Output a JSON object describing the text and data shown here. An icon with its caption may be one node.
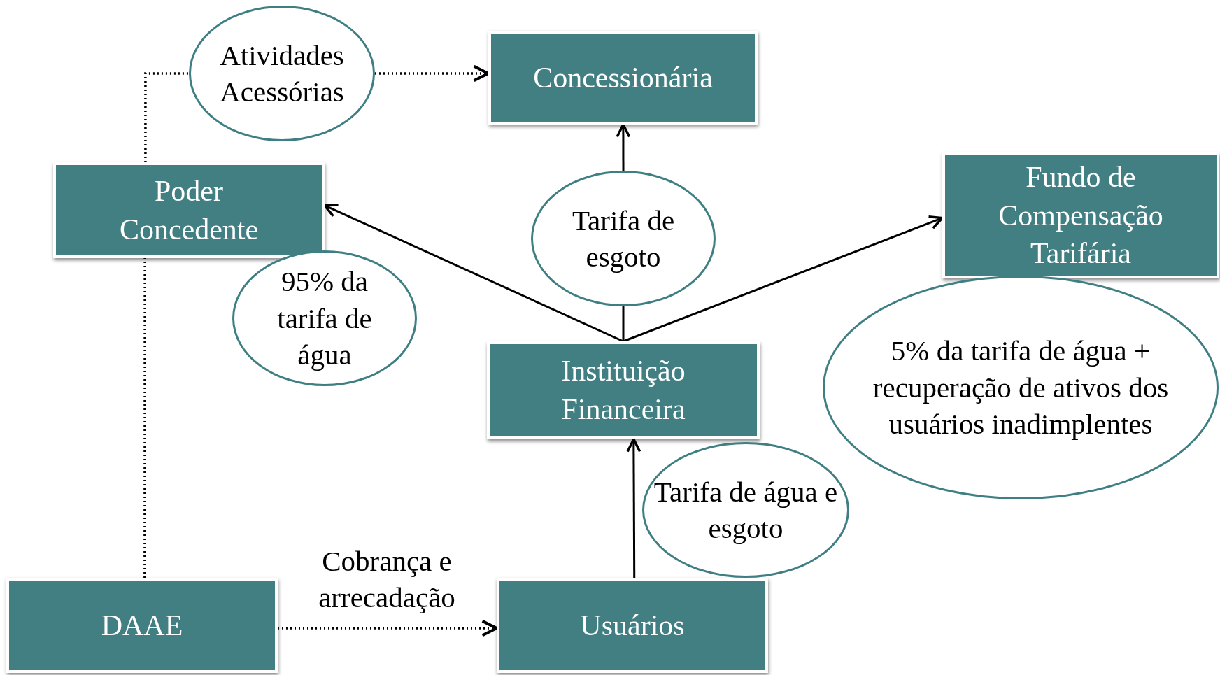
{
  "diagram": {
    "nodes": [
      {
        "text": [
          "Concessionária"
        ]
      },
      {
        "text": [
          "Atividades Acessórias"
        ]
      },
      {
        "text": [
          "Poder Concedente"
        ]
      },
      {
        "text": [
          "95% da tarifa de água"
        ]
      },
      {
        "text": [
          "Tarifa de esgoto"
        ]
      },
      {
        "text": [
          "Fundo de Compensação Tarifária"
        ]
      },
      {
        "text": [
          "5% da tarifa de água + recuperação de ativos dos usuários inadimplentes"
        ]
      },
      {
        "text": [
          "Instituição Financeira"
        ]
      },
      {
        "text": [
          "Tarifa de água e esgoto"
        ]
      },
      {
        "text": [
          "DAAE"
        ]
      },
      {
        "text": [
          "Usuários"
        ]
      }
    ],
    "edges": [
      {
        "from": 2,
        "to": 1,
        "arrow": "none",
        "style": "dashed"
      },
      {
        "from": 1,
        "to": 0,
        "arrow": "to",
        "style": "dashed"
      },
      {
        "from": 9,
        "to": 2,
        "arrow": "none",
        "style": "dashed"
      },
      {
        "from": 9,
        "to": 10,
        "arrow": "to",
        "style": "dashed",
        "label": "Cobrança e arrecadação"
      },
      {
        "from": 10,
        "to": 7,
        "arrow": "to"
      },
      {
        "from": 7,
        "to": 2,
        "arrow": "to"
      },
      {
        "from": 7,
        "to": 4,
        "arrow": "none"
      },
      {
        "from": 4,
        "to": 0,
        "arrow": "to"
      },
      {
        "from": 7,
        "to": 5,
        "arrow": "to"
      }
    ]
  }
}
